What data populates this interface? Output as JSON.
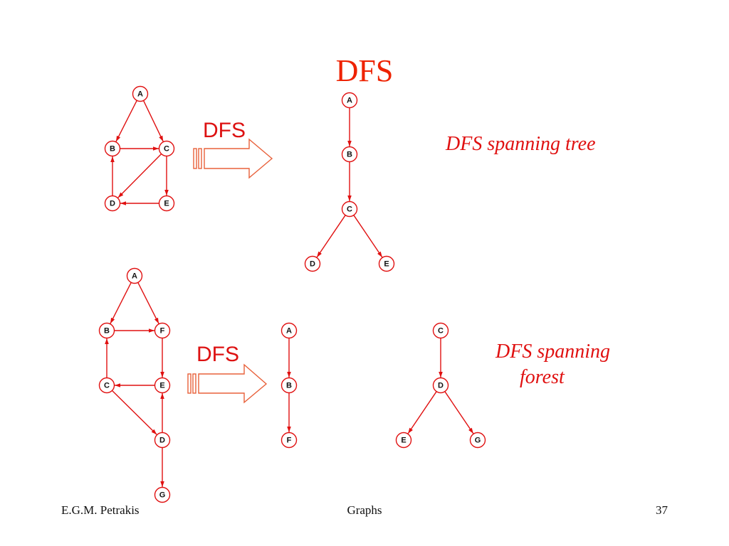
{
  "title": "DFS",
  "colors": {
    "accent": "#e01010",
    "title": "#ee2200",
    "arrow": "#e8603a"
  },
  "labels": {
    "dfs_arrow_1": "DFS",
    "dfs_arrow_2": "DFS",
    "caption_tree": "DFS spanning tree",
    "caption_forest_line1": "DFS spanning",
    "caption_forest_line2": "forest"
  },
  "footer": {
    "author": "E.G.M. Petrakis",
    "topic": "Graphs",
    "page": "37"
  },
  "graphs": [
    {
      "id": "graph1",
      "nodes": [
        "A",
        "B",
        "C",
        "D",
        "E"
      ],
      "edges": [
        [
          "A",
          "B"
        ],
        [
          "A",
          "C"
        ],
        [
          "B",
          "C"
        ],
        [
          "C",
          "D"
        ],
        [
          "C",
          "E"
        ],
        [
          "D",
          "B"
        ],
        [
          "E",
          "D"
        ]
      ]
    },
    {
      "id": "tree1",
      "nodes": [
        "A",
        "B",
        "C",
        "D",
        "E"
      ],
      "edges": [
        [
          "A",
          "B"
        ],
        [
          "B",
          "C"
        ],
        [
          "C",
          "D"
        ],
        [
          "C",
          "E"
        ]
      ]
    },
    {
      "id": "graph2",
      "nodes": [
        "A",
        "B",
        "F",
        "C",
        "E",
        "D",
        "G"
      ],
      "edges": [
        [
          "A",
          "B"
        ],
        [
          "A",
          "F"
        ],
        [
          "B",
          "F"
        ],
        [
          "F",
          "E"
        ],
        [
          "E",
          "C"
        ],
        [
          "C",
          "B"
        ],
        [
          "C",
          "D"
        ],
        [
          "D",
          "E"
        ],
        [
          "D",
          "G"
        ]
      ]
    },
    {
      "id": "forest-tree-1",
      "nodes": [
        "A",
        "B",
        "F"
      ],
      "edges": [
        [
          "A",
          "B"
        ],
        [
          "B",
          "F"
        ]
      ]
    },
    {
      "id": "forest-tree-2",
      "nodes": [
        "C",
        "D",
        "E",
        "G"
      ],
      "edges": [
        [
          "C",
          "D"
        ],
        [
          "D",
          "E"
        ],
        [
          "D",
          "G"
        ]
      ]
    }
  ]
}
